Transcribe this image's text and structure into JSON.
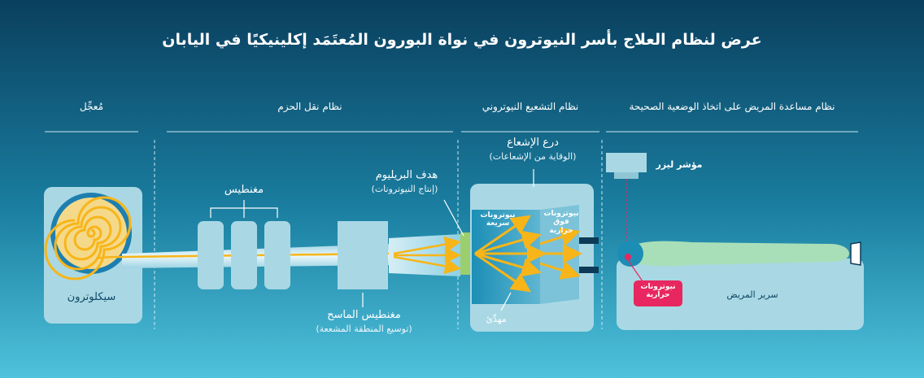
{
  "title": "عرض لنظام العلاج بأسر النيوترون في نواة البورون المُعتَمَد إكلينيكيًا في اليابان",
  "sections": {
    "accelerator": "مُعجِّل",
    "beam_transport": "نظام نقل الحزم",
    "irradiation": "نظام التشعيع النيوتروني",
    "positioning": "نظام مساعدة المريض على اتخاذ الوضعية الصحيحة"
  },
  "labels": {
    "cyclotron": "سيكلوترون",
    "magnets": "مغنطيس",
    "scanning_magnet": "مغنطيس الماسح",
    "scanning_magnet_sub": "(توسيع المنطقة المشععة)",
    "beryllium_target": "هدف البريليوم",
    "beryllium_target_sub": "(إنتاج النيوترونات)",
    "shield": "درع الإشعاع",
    "shield_sub": "(الوقاية من الإشعاعات)",
    "fast_neutrons": "نيوترونات سريعة",
    "epithermal_neutrons": "نيوترونات فوق حرارية",
    "moderator": "مهدِّئ",
    "laser_pointer": "مؤشر ليزر",
    "thermal_neutrons": "نيوترونات حرارية",
    "patient_bed": "سرير المريض"
  },
  "colors": {
    "bg_top": "#0a3f5e",
    "bg_bottom": "#4fc2dc",
    "panel": "#a9d8e4",
    "beam": "#f7b519",
    "accent_pink": "#e8265f",
    "patient": "#a8dfb8"
  }
}
